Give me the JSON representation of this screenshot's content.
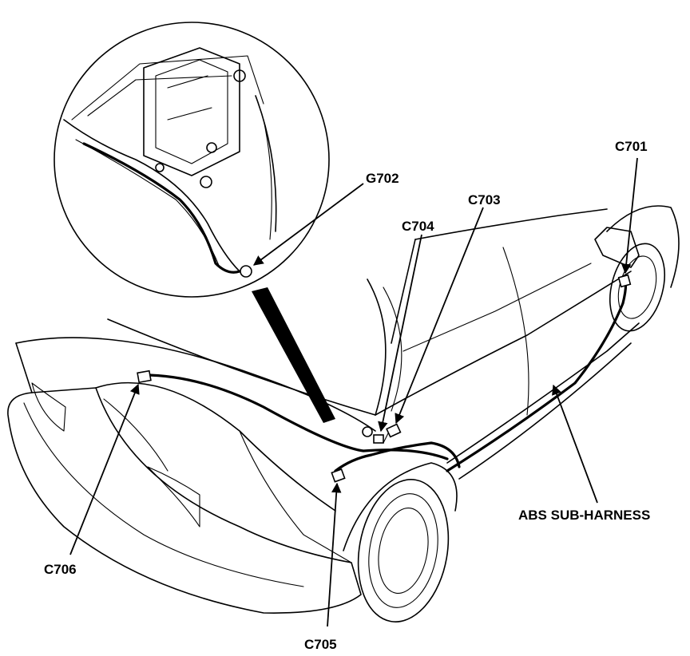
{
  "diagram": {
    "labels": {
      "g702": "G702",
      "c701": "C701",
      "c703": "C703",
      "c704": "C704",
      "c705": "C705",
      "c706": "C706",
      "abs_sub_harness": "ABS SUB-HARNESS"
    }
  }
}
